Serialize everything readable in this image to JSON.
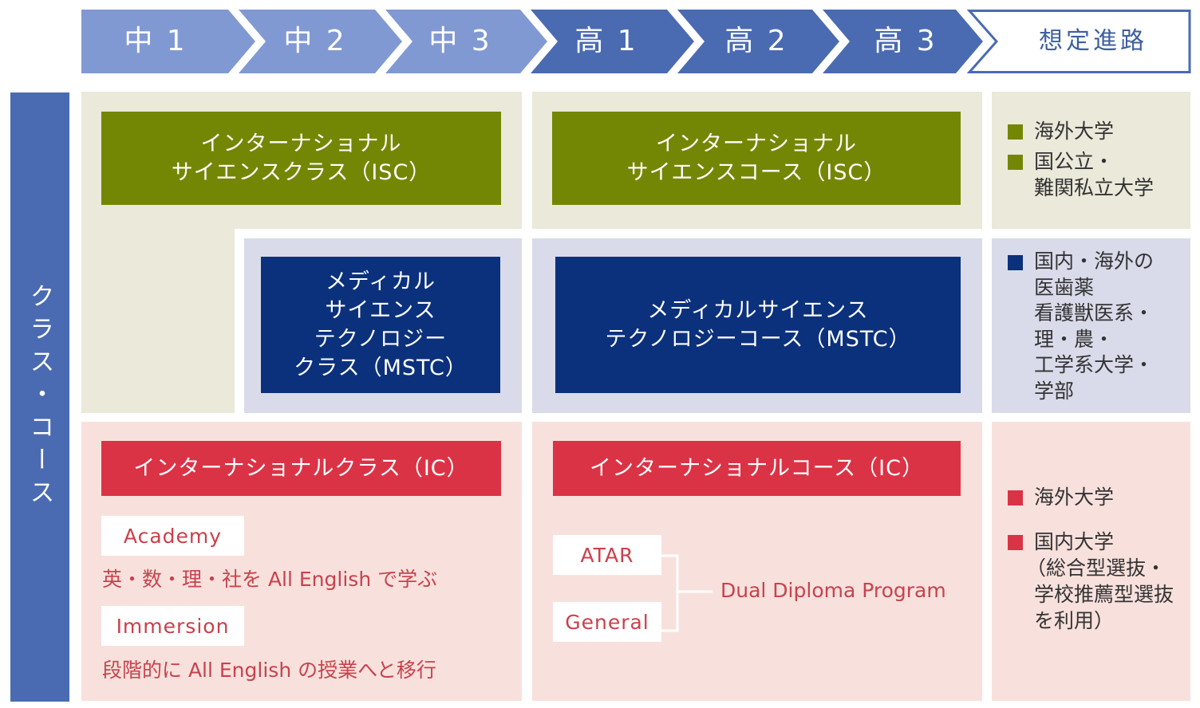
{
  "header": {
    "grades": [
      {
        "label": "中 1",
        "color": "#8199d3"
      },
      {
        "label": "中 2",
        "color": "#8199d3"
      },
      {
        "label": "中 3",
        "color": "#8199d3"
      },
      {
        "label": "高 1",
        "color": "#4a6bb2"
      },
      {
        "label": "高 2",
        "color": "#4a6bb2"
      },
      {
        "label": "高 3",
        "color": "#4a6bb2"
      }
    ],
    "destination_label": "想定進路"
  },
  "side_label": "クラス・コース",
  "isc": {
    "junior": [
      "インターナショナル",
      "サイエンスクラス（ISC）"
    ],
    "senior": [
      "インターナショナル",
      "サイエンスコース（ISC）"
    ],
    "destinations": [
      [
        "海外大学"
      ],
      [
        "国公立・",
        "難関私立大学"
      ]
    ],
    "color": "#748705"
  },
  "mstc": {
    "junior": [
      "メディカル",
      "サイエンス",
      "テクノロジー",
      "クラス（MSTC）"
    ],
    "senior": [
      "メディカルサイエンス",
      "テクノロジーコース（MSTC）"
    ],
    "destinations": [
      [
        "国内・海外の",
        "医歯薬",
        "看護獣医系・",
        "理・農・",
        "工学系大学・",
        "学部"
      ]
    ],
    "color": "#0b317d"
  },
  "ic": {
    "junior": "インターナショナルクラス（IC）",
    "senior": "インターナショナルコース（IC）",
    "academy_label": "Academy",
    "academy_desc": "英・数・理・社を All English で学ぶ",
    "immersion_label": "Immersion",
    "immersion_desc": "段階的に All English の授業へと移行",
    "atar_label": "ATAR",
    "general_label": "General",
    "dual_diploma": "Dual Diploma Program",
    "destinations": [
      [
        "海外大学"
      ],
      [
        "国内大学",
        "（総合型選抜・",
        "学校推薦型選抜",
        "を利用）"
      ]
    ],
    "color": "#db3346"
  }
}
